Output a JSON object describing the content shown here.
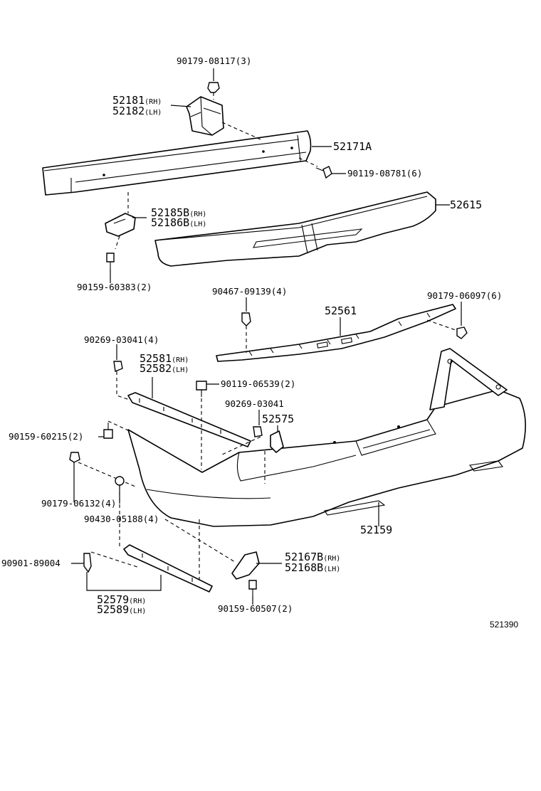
{
  "labels": {
    "p90179_08117": "90179-08117(3)",
    "p52181": "52181",
    "p52181_side": "(RH)",
    "p52182": "52182",
    "p52182_side": "(LH)",
    "p52171A": "52171A",
    "p90119_08781": "90119-08781(6)",
    "p52615": "52615",
    "p52185B": "52185B",
    "p52185B_side": "(RH)",
    "p52186B": "52186B",
    "p52186B_side": "(LH)",
    "p90159_60383": "90159-60383(2)",
    "p90467_09139": "90467-09139(4)",
    "p90179_06097": "90179-06097(6)",
    "p52561": "52561",
    "p90269_03041_4": "90269-03041(4)",
    "p52581": "52581",
    "p52581_side": "(RH)",
    "p52582": "52582",
    "p52582_side": "(LH)",
    "p90119_06539": "90119-06539(2)",
    "p90269_03041": "90269-03041",
    "p52575": "52575",
    "p90159_60215": "90159-60215(2)",
    "p90179_06132": "90179-06132(4)",
    "p90430_05188": "90430-05188(4)",
    "p52159": "52159",
    "p52167B": "52167B",
    "p52167B_side": "(RH)",
    "p52168B": "52168B",
    "p52168B_side": "(LH)",
    "p90901_89004": "90901-89004",
    "p52579": "52579",
    "p52579_side": "(RH)",
    "p52589": "52589",
    "p52589_side": "(LH)",
    "p90159_60507": "90159-60507(2)",
    "ref_code": "521390"
  }
}
